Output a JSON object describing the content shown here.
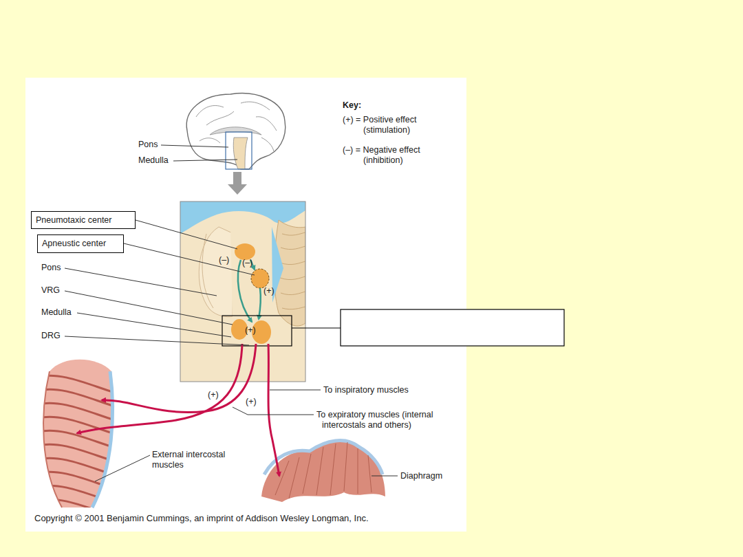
{
  "diagram": {
    "nodes": [
      {
        "text": [
          "Pneumotaxic center"
        ]
      },
      {
        "text": [
          "Apneustic center"
        ]
      }
    ],
    "labels": [
      "Pons",
      "Medulla",
      "Key:",
      "Pons",
      "VRG",
      "Medulla",
      "DRG",
      "(–)",
      "(–)",
      "(+)",
      "(+)",
      "(+)",
      "(+)",
      "To inspiratory muscles",
      "To expiratory muscles (internal intercostals and others)",
      "External intercostal muscles",
      "Diaphragm",
      "Copyright © 2001 Benjamin Cummings, an imprint of Addison Wesley Longman, Inc."
    ],
    "legend": [
      {
        "text": "(+) = Positive effect (stimulation)"
      },
      {
        "text": "(–) = Negative effect (inhibition)"
      }
    ]
  }
}
